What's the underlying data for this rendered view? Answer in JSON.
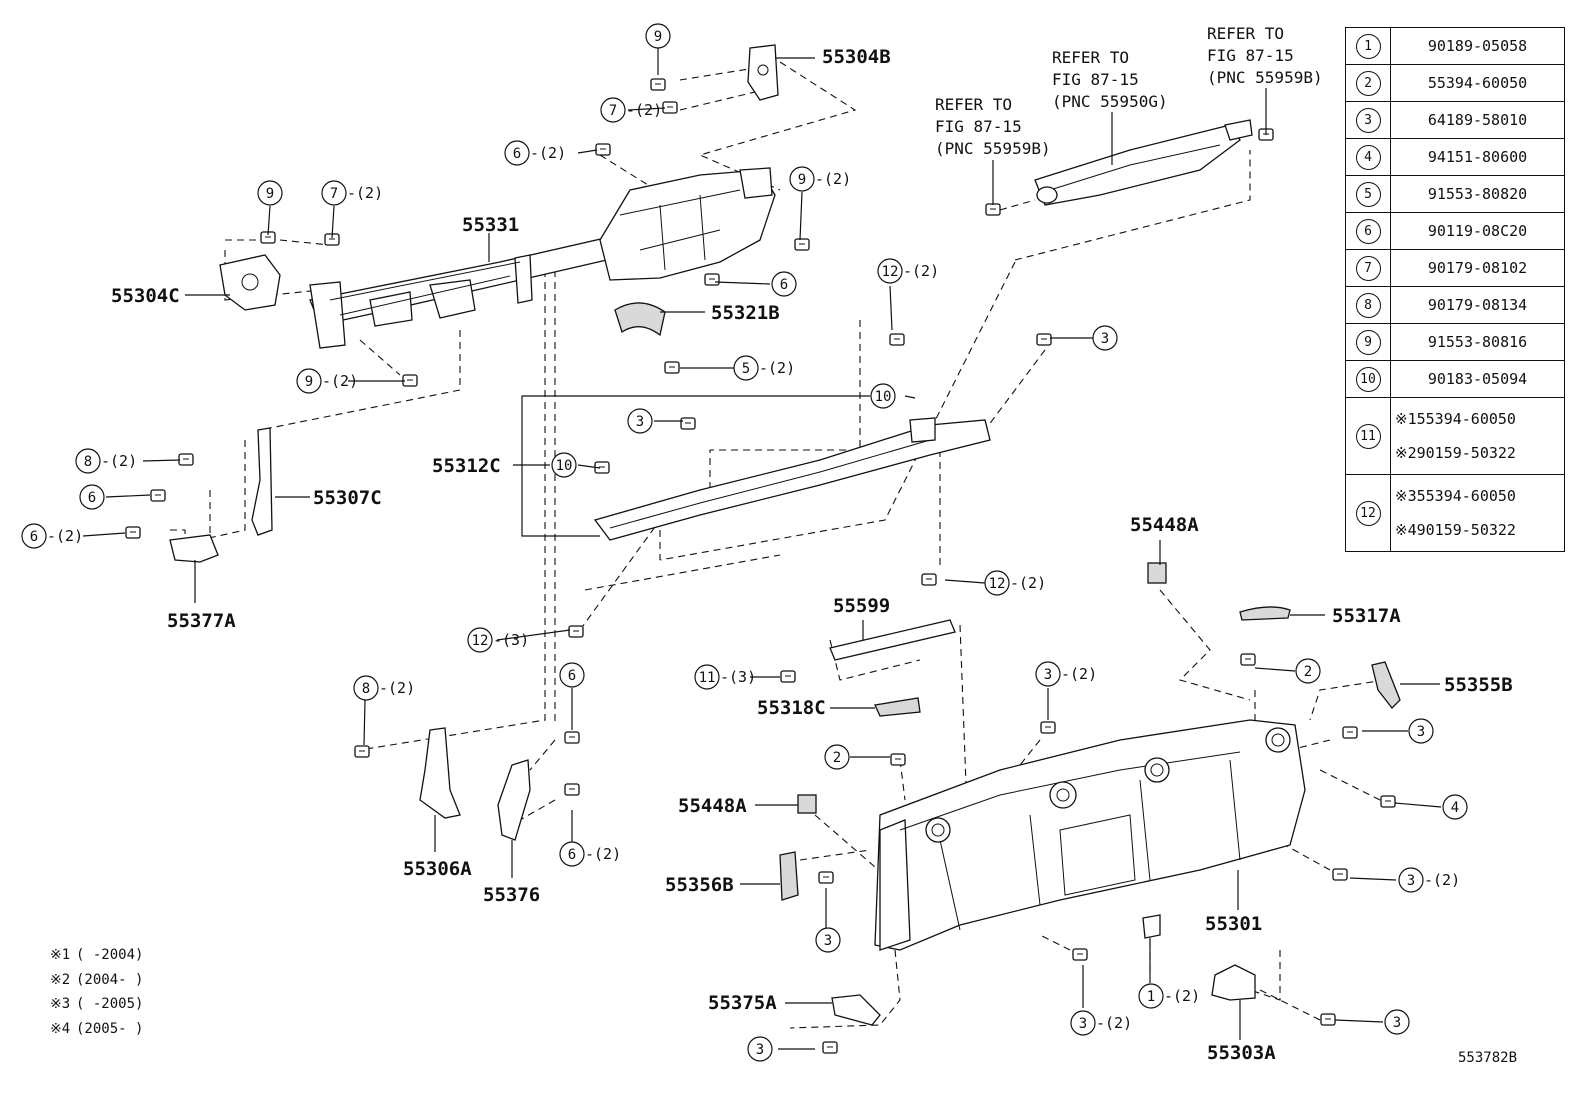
{
  "diagram_code": "553782B",
  "refer_notes": [
    {
      "id": "r1",
      "lines": [
        "REFER TO",
        "FIG 87-15",
        "(PNC 55959B)"
      ]
    },
    {
      "id": "r2",
      "lines": [
        "REFER TO",
        "FIG 87-15",
        "(PNC 55950G)"
      ]
    },
    {
      "id": "r3",
      "lines": [
        "REFER TO",
        "FIG 87-15",
        "(PNC 55959B)"
      ]
    }
  ],
  "part_labels": [
    {
      "id": "55304B",
      "text": "55304B"
    },
    {
      "id": "55331",
      "text": "55331"
    },
    {
      "id": "55304C",
      "text": "55304C"
    },
    {
      "id": "55321B",
      "text": "55321B"
    },
    {
      "id": "55312C",
      "text": "55312C"
    },
    {
      "id": "55307C",
      "text": "55307C"
    },
    {
      "id": "55377A",
      "text": "55377A"
    },
    {
      "id": "55306A",
      "text": "55306A"
    },
    {
      "id": "55376",
      "text": "55376"
    },
    {
      "id": "55599",
      "text": "55599"
    },
    {
      "id": "55318C",
      "text": "55318C"
    },
    {
      "id": "55448A_a",
      "text": "55448A"
    },
    {
      "id": "55448A_b",
      "text": "55448A"
    },
    {
      "id": "55356B",
      "text": "55356B"
    },
    {
      "id": "55375A",
      "text": "55375A"
    },
    {
      "id": "55317A",
      "text": "55317A"
    },
    {
      "id": "55355B",
      "text": "55355B"
    },
    {
      "id": "55301",
      "text": "55301"
    },
    {
      "id": "55303A",
      "text": "55303A"
    }
  ],
  "callouts": [
    {
      "n": "9",
      "qty": ""
    },
    {
      "n": "7",
      "qty": "-(2)"
    },
    {
      "n": "6",
      "qty": "-(2)"
    },
    {
      "n": "9",
      "qty": "-(2)"
    },
    {
      "n": "9",
      "qty": ""
    },
    {
      "n": "7",
      "qty": "-(2)"
    },
    {
      "n": "6",
      "qty": ""
    },
    {
      "n": "5",
      "qty": "-(2)"
    },
    {
      "n": "9",
      "qty": "-(2)"
    },
    {
      "n": "12",
      "qty": "-(2)"
    },
    {
      "n": "3",
      "qty": ""
    },
    {
      "n": "10",
      "qty": ""
    },
    {
      "n": "3",
      "qty": ""
    },
    {
      "n": "10",
      "qty": ""
    },
    {
      "n": "8",
      "qty": "-(2)"
    },
    {
      "n": "6",
      "qty": ""
    },
    {
      "n": "6",
      "qty": "-(2)"
    },
    {
      "n": "12",
      "qty": "-(2)"
    },
    {
      "n": "12",
      "qty": "-(3)"
    },
    {
      "n": "6",
      "qty": ""
    },
    {
      "n": "8",
      "qty": "-(2)"
    },
    {
      "n": "6",
      "qty": "-(2)"
    },
    {
      "n": "11",
      "qty": "-(3)"
    },
    {
      "n": "3",
      "qty": "-(2)"
    },
    {
      "n": "2",
      "qty": ""
    },
    {
      "n": "2",
      "qty": ""
    },
    {
      "n": "3",
      "qty": ""
    },
    {
      "n": "4",
      "qty": ""
    },
    {
      "n": "3",
      "qty": "-(2)"
    },
    {
      "n": "3",
      "qty": ""
    },
    {
      "n": "3",
      "qty": "-(2)"
    },
    {
      "n": "1",
      "qty": "-(2)"
    },
    {
      "n": "3",
      "qty": ""
    },
    {
      "n": "3",
      "qty": ""
    }
  ],
  "legend": [
    {
      "n": "1",
      "part": "90189-05058"
    },
    {
      "n": "2",
      "part": "55394-60050"
    },
    {
      "n": "3",
      "part": "64189-58010"
    },
    {
      "n": "4",
      "part": "94151-80600"
    },
    {
      "n": "5",
      "part": "91553-80820"
    },
    {
      "n": "6",
      "part": "90119-08C20"
    },
    {
      "n": "7",
      "part": "90179-08102"
    },
    {
      "n": "8",
      "part": "90179-08134"
    },
    {
      "n": "9",
      "part": "91553-80816"
    },
    {
      "n": "10",
      "part": "90183-05094"
    },
    {
      "n": "11",
      "parts": [
        {
          "mark": "※1",
          "part": "55394-60050"
        },
        {
          "mark": "※2",
          "part": "90159-50322"
        }
      ]
    },
    {
      "n": "12",
      "parts": [
        {
          "mark": "※3",
          "part": "55394-60050"
        },
        {
          "mark": "※4",
          "part": "90159-50322"
        }
      ]
    }
  ],
  "footnotes": [
    {
      "mark": "※1",
      "text": "(      -2004)"
    },
    {
      "mark": "※2",
      "text": "(2004-      )"
    },
    {
      "mark": "※3",
      "text": "(      -2005)"
    },
    {
      "mark": "※4",
      "text": "(2005-      )"
    }
  ]
}
